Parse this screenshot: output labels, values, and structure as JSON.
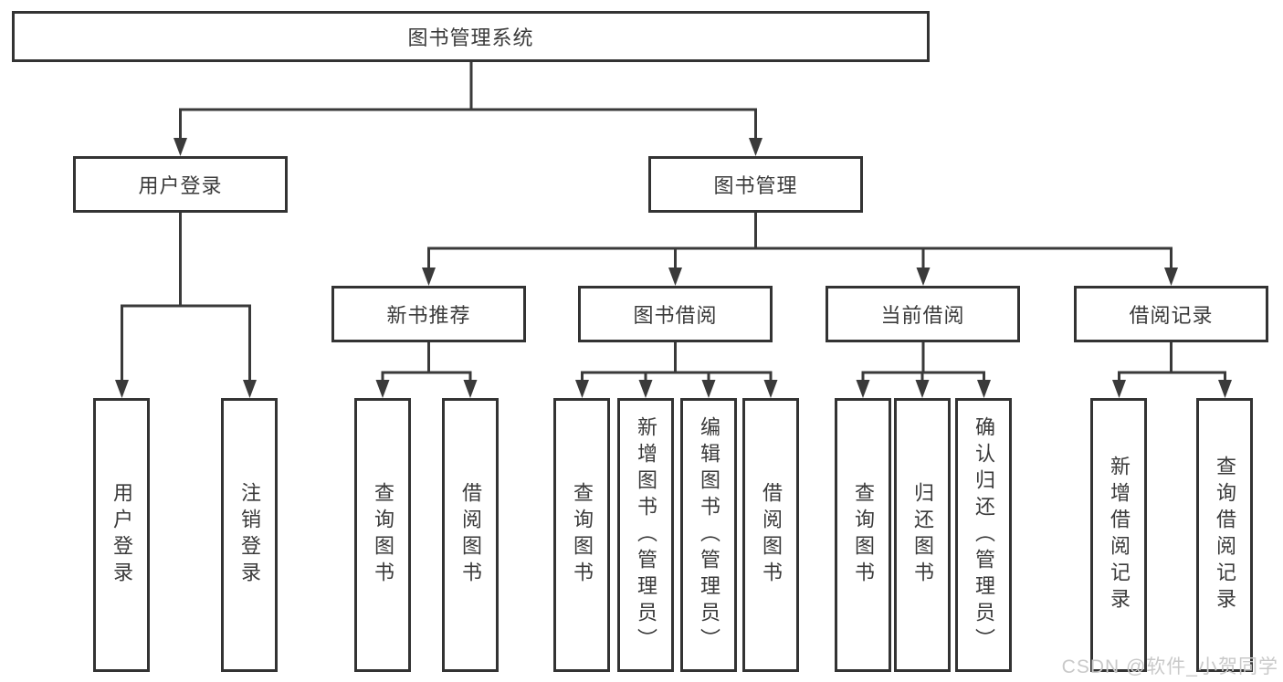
{
  "tree": {
    "root": {
      "label": "图书管理系统"
    },
    "level2": [
      {
        "label": "用户登录",
        "children": [
          "用户登录",
          "注销登录"
        ]
      },
      {
        "label": "图书管理",
        "groups": [
          {
            "label": "新书推荐",
            "children": [
              "查询图书",
              "借阅图书"
            ]
          },
          {
            "label": "图书借阅",
            "children": [
              "查询图书",
              "新增图书（管理员）",
              "编辑图书（管理员）",
              "借阅图书"
            ]
          },
          {
            "label": "当前借阅",
            "children": [
              "查询图书",
              "归还图书",
              "确认归还（管理员）"
            ]
          },
          {
            "label": "借阅记录",
            "children": [
              "新增借阅记录",
              "查询借阅记录"
            ]
          }
        ]
      }
    ]
  },
  "watermark": {
    "text": "CSDN @软件_小贺同学"
  },
  "colors": {
    "line": "#3a3a3a",
    "box_border": "#333333",
    "text": "#3a3a3a",
    "background": "#ffffff",
    "watermark": "#c9c9c9"
  }
}
